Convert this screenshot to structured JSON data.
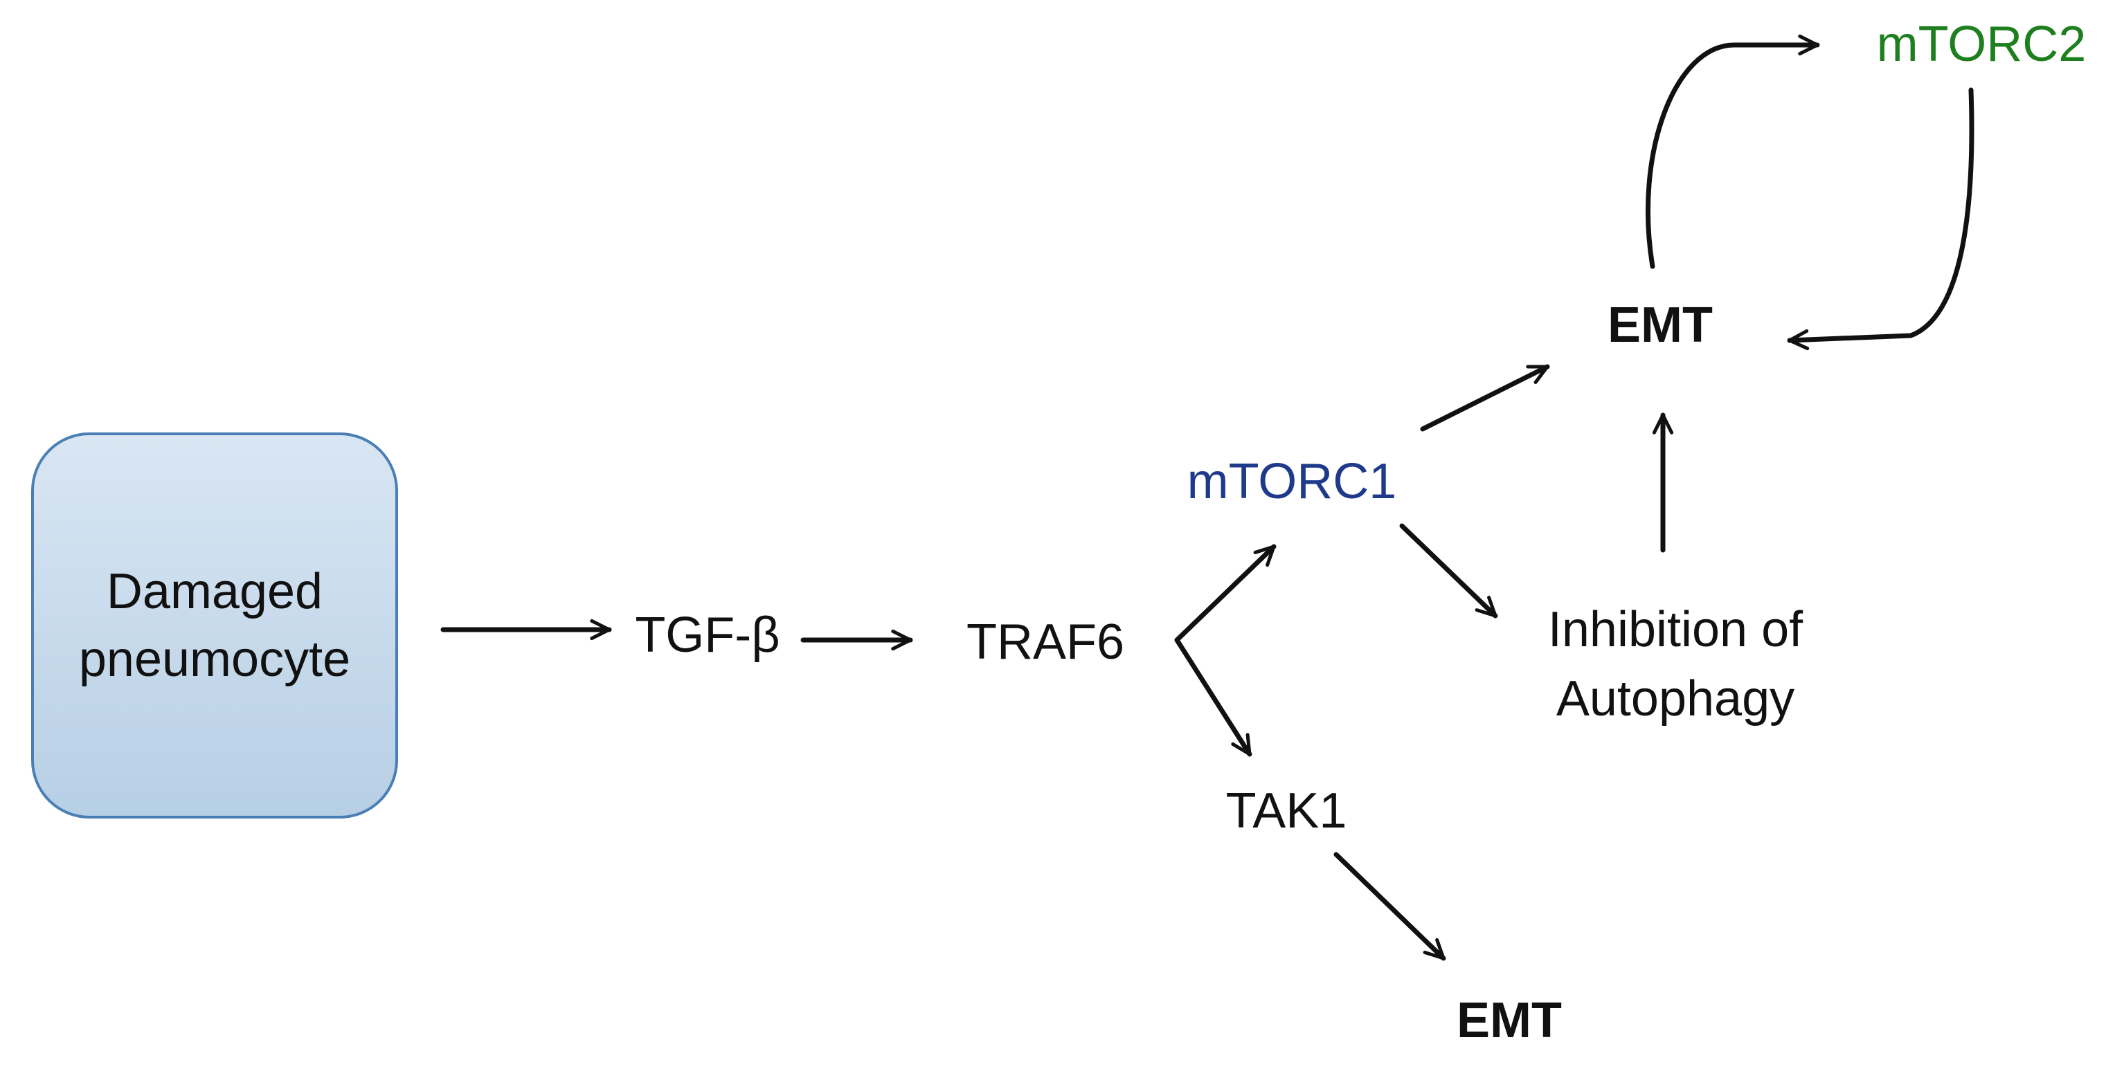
{
  "nodes": {
    "damaged_pneumocyte": "Damaged\npneumocyte",
    "tgf_beta": "TGF-β",
    "traf6": "TRAF6",
    "mtorc1": "mTORC1",
    "tak1": "TAK1",
    "emt_lower": "EMT",
    "inhibition_of_autophagy": "Inhibition of\nAutophagy",
    "emt_upper": "EMT",
    "mtorc2": "mTORC2"
  },
  "colors": {
    "mtorc1": "#1f3a8a",
    "mtorc2": "#1e7f1e",
    "box_fill": "#c8dbee",
    "box_border": "#4a7fb5",
    "arrow": "#111111"
  }
}
